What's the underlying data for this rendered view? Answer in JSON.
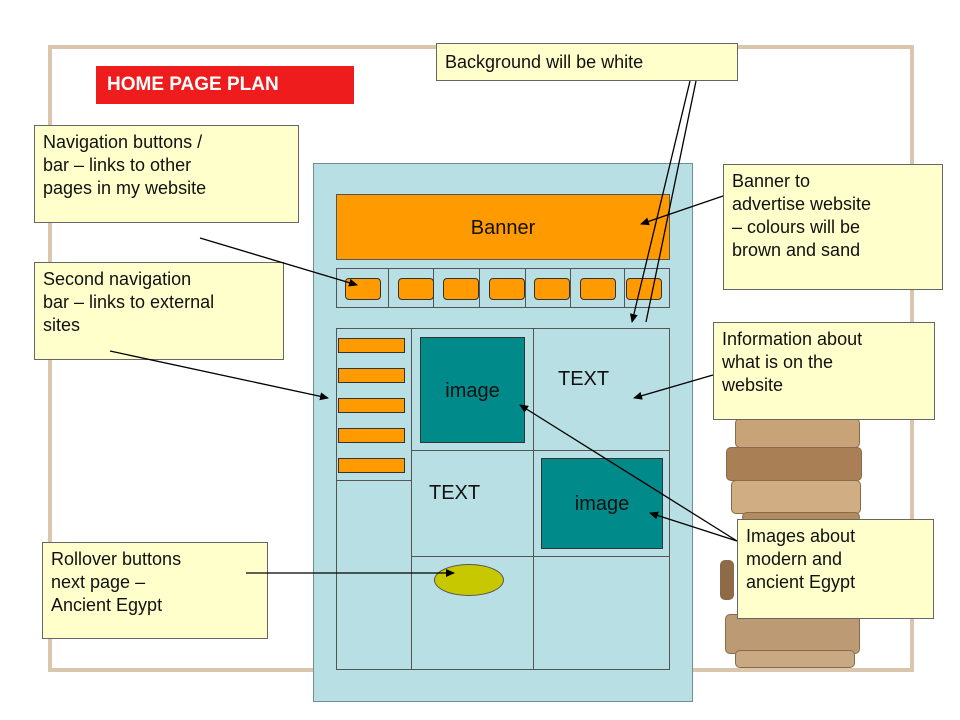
{
  "title": "HOME PAGE PLAN",
  "annotations": {
    "background": "Background will be white",
    "navigation": "Navigation buttons /\nbar – links to other\npages in my website",
    "second_nav": "Second navigation\nbar – links to external\nsites",
    "banner_note": "Banner to\nadvertise website\n– colours will be\nbrown and sand",
    "information": "Information about\nwhat is on the\nwebsite",
    "images_note": "Images about\nmodern and\nancient Egypt",
    "rollover": "Rollover buttons\nnext page –\nAncient Egypt"
  },
  "mockup": {
    "banner": "Banner",
    "image_top": "image",
    "image_bottom": "image",
    "text_top": "TEXT",
    "text_bottom": "TEXT"
  },
  "colors": {
    "title_badge": "#ee1c1c",
    "note_fill": "#ffffcc",
    "page_fill": "#b8dfe3",
    "banner_fill": "#ff9a00",
    "image_fill": "#008a8a",
    "rollover_fill": "#c8c800"
  }
}
